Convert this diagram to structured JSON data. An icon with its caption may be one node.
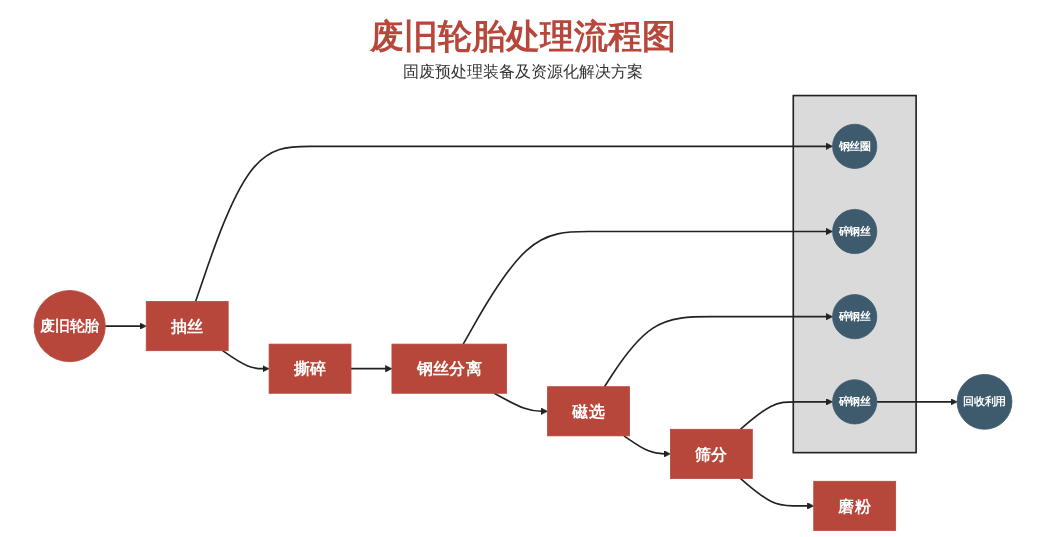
{
  "diagram": {
    "title": "废旧轮胎处理流程图",
    "caption": "固废预处理装备及资源化解决方案",
    "nodes": [
      {
        "text": [],
        "shape": "box"
      },
      {
        "text": [
          "钢丝圈"
        ],
        "in": 0
      },
      {
        "text": [
          "碎钢丝"
        ],
        "in": 0
      },
      {
        "text": [
          "碎钢丝"
        ],
        "in": 0
      },
      {
        "text": [
          "碎钢丝"
        ],
        "in": 0
      },
      {
        "text": [
          "回收利用"
        ]
      },
      {
        "text": [
          "废旧轮胎"
        ]
      },
      {
        "text": [
          "抽丝"
        ]
      },
      {
        "text": [
          "撕碎"
        ]
      },
      {
        "text": [
          "钢丝分离"
        ]
      },
      {
        "text": [
          "磁选"
        ]
      },
      {
        "text": [
          "筛分"
        ]
      },
      {
        "text": [
          "磨粉"
        ]
      }
    ],
    "edges": [
      {
        "from": 4,
        "to": 5,
        "arrow": "to"
      },
      {
        "from": 6,
        "to": 7,
        "arrow": "to"
      },
      {
        "from": 7,
        "to": 8,
        "arrow": "to"
      },
      {
        "from": 8,
        "to": 9,
        "arrow": "to"
      },
      {
        "from": 9,
        "to": 10,
        "arrow": "to"
      },
      {
        "from": 10,
        "to": 11,
        "arrow": "to"
      },
      {
        "from": 11,
        "to": 12,
        "arrow": "to"
      },
      {
        "from": 7,
        "to": 1,
        "arrow": "to"
      },
      {
        "from": 9,
        "to": 2,
        "arrow": "to"
      },
      {
        "from": 10,
        "to": 3,
        "arrow": "to"
      },
      {
        "from": 11,
        "to": 4,
        "arrow": "to"
      }
    ]
  }
}
